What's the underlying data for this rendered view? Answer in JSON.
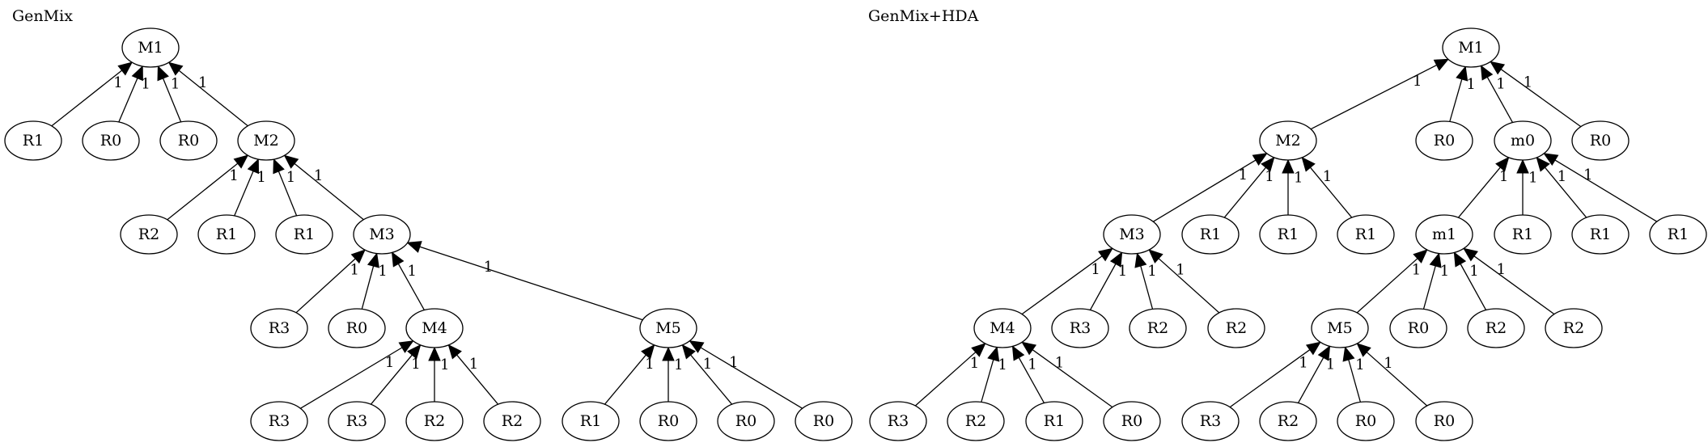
{
  "graphs": [
    {
      "title": "GenMix",
      "nodes": [
        {
          "id": "g1_M1",
          "label": "M1"
        },
        {
          "id": "g1_R1a",
          "label": "R1"
        },
        {
          "id": "g1_R0a",
          "label": "R0"
        },
        {
          "id": "g1_R0b",
          "label": "R0"
        },
        {
          "id": "g1_M2",
          "label": "M2"
        },
        {
          "id": "g1_R2a",
          "label": "R2"
        },
        {
          "id": "g1_R1b",
          "label": "R1"
        },
        {
          "id": "g1_R1c",
          "label": "R1"
        },
        {
          "id": "g1_M3",
          "label": "M3"
        },
        {
          "id": "g1_R3a",
          "label": "R3"
        },
        {
          "id": "g1_R0c",
          "label": "R0"
        },
        {
          "id": "g1_M4",
          "label": "M4"
        },
        {
          "id": "g1_M5",
          "label": "M5"
        },
        {
          "id": "g1_R3b",
          "label": "R3"
        },
        {
          "id": "g1_R3c",
          "label": "R3"
        },
        {
          "id": "g1_R2b",
          "label": "R2"
        },
        {
          "id": "g1_R2c",
          "label": "R2"
        },
        {
          "id": "g1_R1d",
          "label": "R1"
        },
        {
          "id": "g1_R0d",
          "label": "R0"
        },
        {
          "id": "g1_R0e",
          "label": "R0"
        },
        {
          "id": "g1_R0f",
          "label": "R0"
        }
      ],
      "edges": [
        {
          "from": "g1_R1a",
          "to": "g1_M1",
          "label": "1"
        },
        {
          "from": "g1_R0a",
          "to": "g1_M1",
          "label": "1"
        },
        {
          "from": "g1_R0b",
          "to": "g1_M1",
          "label": "1"
        },
        {
          "from": "g1_M2",
          "to": "g1_M1",
          "label": "1"
        },
        {
          "from": "g1_R2a",
          "to": "g1_M2",
          "label": "1"
        },
        {
          "from": "g1_R1b",
          "to": "g1_M2",
          "label": "1"
        },
        {
          "from": "g1_R1c",
          "to": "g1_M2",
          "label": "1"
        },
        {
          "from": "g1_M3",
          "to": "g1_M2",
          "label": "1"
        },
        {
          "from": "g1_R3a",
          "to": "g1_M3",
          "label": "1"
        },
        {
          "from": "g1_R0c",
          "to": "g1_M3",
          "label": "1"
        },
        {
          "from": "g1_M4",
          "to": "g1_M3",
          "label": "1"
        },
        {
          "from": "g1_M5",
          "to": "g1_M3",
          "label": "1"
        },
        {
          "from": "g1_R3b",
          "to": "g1_M4",
          "label": "1"
        },
        {
          "from": "g1_R3c",
          "to": "g1_M4",
          "label": "1"
        },
        {
          "from": "g1_R2b",
          "to": "g1_M4",
          "label": "1"
        },
        {
          "from": "g1_R2c",
          "to": "g1_M4",
          "label": "1"
        },
        {
          "from": "g1_R1d",
          "to": "g1_M5",
          "label": "1"
        },
        {
          "from": "g1_R0d",
          "to": "g1_M5",
          "label": "1"
        },
        {
          "from": "g1_R0e",
          "to": "g1_M5",
          "label": "1"
        },
        {
          "from": "g1_R0f",
          "to": "g1_M5",
          "label": "1"
        }
      ]
    },
    {
      "title": "GenMix+HDA",
      "nodes": [
        {
          "id": "g2_M1",
          "label": "M1"
        },
        {
          "id": "g2_M2",
          "label": "M2"
        },
        {
          "id": "g2_R0a",
          "label": "R0"
        },
        {
          "id": "g2_m0",
          "label": "m0"
        },
        {
          "id": "g2_R0b",
          "label": "R0"
        },
        {
          "id": "g2_M3",
          "label": "M3"
        },
        {
          "id": "g2_R1a",
          "label": "R1"
        },
        {
          "id": "g2_R1b",
          "label": "R1"
        },
        {
          "id": "g2_R1c",
          "label": "R1"
        },
        {
          "id": "g2_m1",
          "label": "m1"
        },
        {
          "id": "g2_R1d",
          "label": "R1"
        },
        {
          "id": "g2_R1e",
          "label": "R1"
        },
        {
          "id": "g2_R1f",
          "label": "R1"
        },
        {
          "id": "g2_M4",
          "label": "M4"
        },
        {
          "id": "g2_R3a",
          "label": "R3"
        },
        {
          "id": "g2_R2a",
          "label": "R2"
        },
        {
          "id": "g2_R2b",
          "label": "R2"
        },
        {
          "id": "g2_M5",
          "label": "M5"
        },
        {
          "id": "g2_R0c",
          "label": "R0"
        },
        {
          "id": "g2_R2c",
          "label": "R2"
        },
        {
          "id": "g2_R2d",
          "label": "R2"
        },
        {
          "id": "g2_R3b",
          "label": "R3"
        },
        {
          "id": "g2_R2e",
          "label": "R2"
        },
        {
          "id": "g2_R1g",
          "label": "R1"
        },
        {
          "id": "g2_R0d",
          "label": "R0"
        },
        {
          "id": "g2_R3c",
          "label": "R3"
        },
        {
          "id": "g2_R2f",
          "label": "R2"
        },
        {
          "id": "g2_R0e",
          "label": "R0"
        },
        {
          "id": "g2_R0f",
          "label": "R0"
        }
      ],
      "edges": [
        {
          "from": "g2_M2",
          "to": "g2_M1",
          "label": "1"
        },
        {
          "from": "g2_R0a",
          "to": "g2_M1",
          "label": "1"
        },
        {
          "from": "g2_m0",
          "to": "g2_M1",
          "label": "1"
        },
        {
          "from": "g2_R0b",
          "to": "g2_M1",
          "label": "1"
        },
        {
          "from": "g2_M3",
          "to": "g2_M2",
          "label": "1"
        },
        {
          "from": "g2_R1a",
          "to": "g2_M2",
          "label": "1"
        },
        {
          "from": "g2_R1b",
          "to": "g2_M2",
          "label": "1"
        },
        {
          "from": "g2_R1c",
          "to": "g2_M2",
          "label": "1"
        },
        {
          "from": "g2_m1",
          "to": "g2_m0",
          "label": "1"
        },
        {
          "from": "g2_R1d",
          "to": "g2_m0",
          "label": "1"
        },
        {
          "from": "g2_R1e",
          "to": "g2_m0",
          "label": "1"
        },
        {
          "from": "g2_R1f",
          "to": "g2_m0",
          "label": "1"
        },
        {
          "from": "g2_M4",
          "to": "g2_M3",
          "label": "1"
        },
        {
          "from": "g2_R3a",
          "to": "g2_M3",
          "label": "1"
        },
        {
          "from": "g2_R2a",
          "to": "g2_M3",
          "label": "1"
        },
        {
          "from": "g2_R2b",
          "to": "g2_M3",
          "label": "1"
        },
        {
          "from": "g2_M5",
          "to": "g2_m1",
          "label": "1"
        },
        {
          "from": "g2_R0c",
          "to": "g2_m1",
          "label": "1"
        },
        {
          "from": "g2_R2c",
          "to": "g2_m1",
          "label": "1"
        },
        {
          "from": "g2_R2d",
          "to": "g2_m1",
          "label": "1"
        },
        {
          "from": "g2_R3b",
          "to": "g2_M4",
          "label": "1"
        },
        {
          "from": "g2_R2e",
          "to": "g2_M4",
          "label": "1"
        },
        {
          "from": "g2_R1g",
          "to": "g2_M4",
          "label": "1"
        },
        {
          "from": "g2_R0d",
          "to": "g2_M4",
          "label": "1"
        },
        {
          "from": "g2_R3c",
          "to": "g2_M5",
          "label": "1"
        },
        {
          "from": "g2_R2f",
          "to": "g2_M5",
          "label": "1"
        },
        {
          "from": "g2_R0e",
          "to": "g2_M5",
          "label": "1"
        },
        {
          "from": "g2_R0f",
          "to": "g2_M5",
          "label": "1"
        }
      ]
    }
  ]
}
